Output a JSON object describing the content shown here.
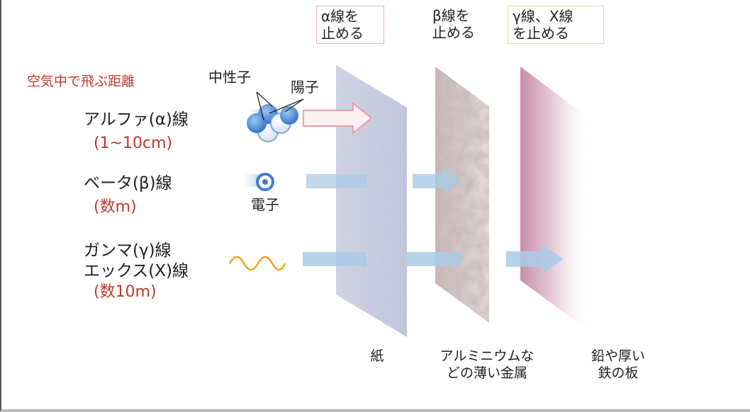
{
  "headers": {
    "alpha_stop": "α線を\n止める",
    "beta_stop": "β線を\n止める",
    "gamma_stop": "γ線、X線\nを止める"
  },
  "air_distance_label": "空気中で飛ぶ距離",
  "particles": {
    "neutron": "中性子",
    "proton": "陽子",
    "electron": "電子"
  },
  "rays": {
    "alpha": {
      "name": "アルファ(α)線",
      "distance": "(1~10cm)"
    },
    "beta": {
      "name": "ベータ(β)線",
      "distance": "(数m)"
    },
    "gamma": {
      "name": "ガンマ(γ)線\nエックス(X)線",
      "distance": "(数10m)"
    }
  },
  "barriers": {
    "paper": "紙",
    "aluminum": "アルミニウムな\nどの薄い金属",
    "lead": "鉛や厚い\n鉄の板"
  },
  "colors": {
    "red_text": "#c0392b",
    "alpha_arrow": "#e8a0a8",
    "ray_arrow": "#a9cbe6",
    "alpha_header_border": "#e3b5b5",
    "gamma_header_border": "#e8dca0",
    "paper_panel": "#c9d0e6",
    "aluminum_panel": "#b9a4a4",
    "lead_panel": "#c9a0b4",
    "particle_blue": "#3f7fd0",
    "gamma_wave": "#f0a020"
  }
}
